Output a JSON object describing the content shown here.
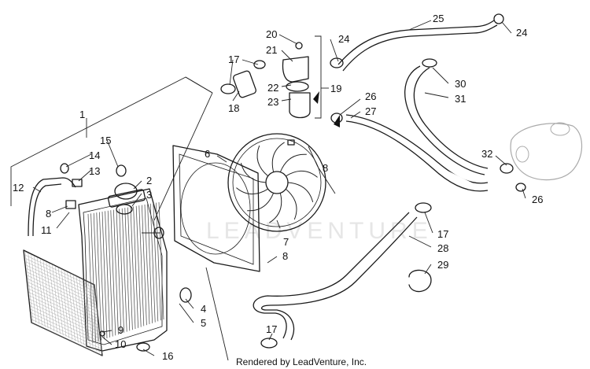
{
  "diagram": {
    "watermark": "LEADVENTURE",
    "caption": "Rendered by LeadVenture, Inc.",
    "callouts": {
      "c1": "1",
      "c2": "2",
      "c3": "3",
      "c4": "4",
      "c5": "5",
      "c6": "6",
      "c7": "7",
      "c8a": "8",
      "c8b": "8",
      "c8c": "8",
      "c9": "9",
      "c10": "10",
      "c11": "11",
      "c12": "12",
      "c13": "13",
      "c14": "14",
      "c15": "15",
      "c16": "16",
      "c17a": "17",
      "c17b": "17",
      "c17c": "17",
      "c18": "18",
      "c19": "19",
      "c20": "20",
      "c21": "21",
      "c22": "22",
      "c23": "23",
      "c24a": "24",
      "c24b": "24",
      "c25": "25",
      "c26a": "26",
      "c26b": "26",
      "c27": "27",
      "c28": "28",
      "c29": "29",
      "c30": "30",
      "c31": "31",
      "c32": "32"
    }
  }
}
